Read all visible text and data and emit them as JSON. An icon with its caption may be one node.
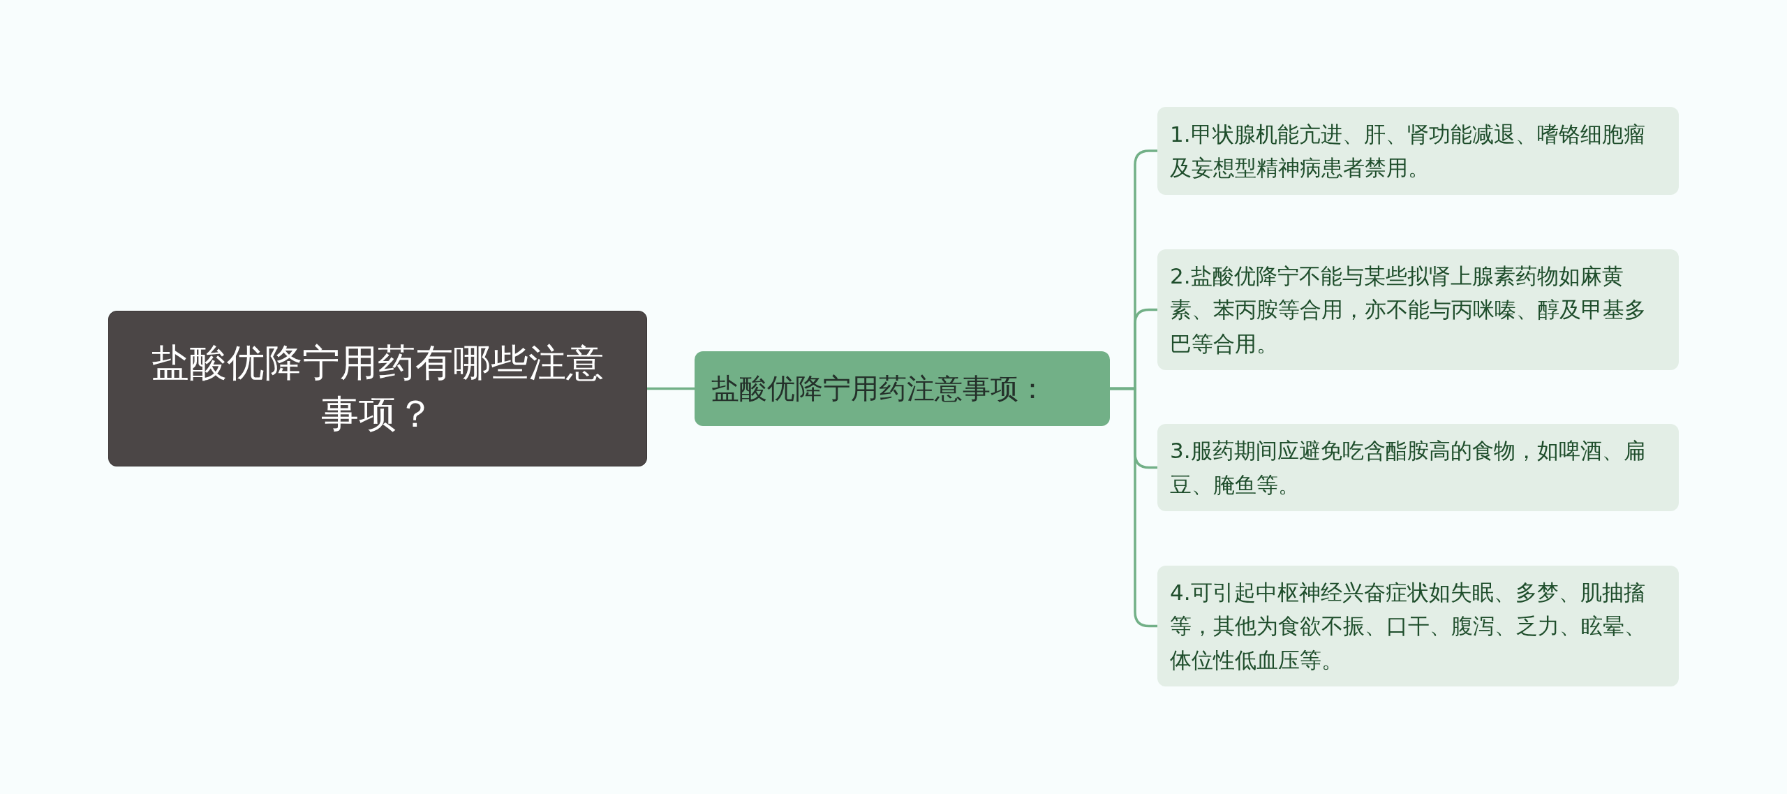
{
  "diagram": {
    "nodes": [
      {
        "text": [
          "盐酸优降宁用药有哪些注意事项？"
        ]
      },
      {
        "text": [
          "盐酸优降宁用药注意事项："
        ]
      },
      {
        "text": [
          "1.甲状腺机能亢进、肝、肾功能减退、嗜铬细胞瘤及妄想型精神病患者禁用。"
        ]
      },
      {
        "text": [
          "2.盐酸优降宁不能与某些拟肾上腺素药物如麻黄素、苯丙胺等合用，亦不能与丙咪嗪、醇及甲基多巴等合用。"
        ]
      },
      {
        "text": [
          "3.服药期间应避免吃含酯胺高的食物，如啤酒、扁豆、腌鱼等。"
        ]
      },
      {
        "text": [
          "4.可引起中枢神经兴奋症状如失眠、多梦、肌抽搐等，其他为食欲不振、口干、腹泻、乏力、眩晕、体位性低血压等。"
        ]
      }
    ],
    "edges": [
      {
        "from": 0,
        "to": 1,
        "arrow": "none"
      },
      {
        "from": 1,
        "to": 2,
        "arrow": "none"
      },
      {
        "from": 1,
        "to": 3,
        "arrow": "none"
      },
      {
        "from": 1,
        "to": 4,
        "arrow": "none"
      },
      {
        "from": 1,
        "to": 5,
        "arrow": "none"
      }
    ]
  }
}
